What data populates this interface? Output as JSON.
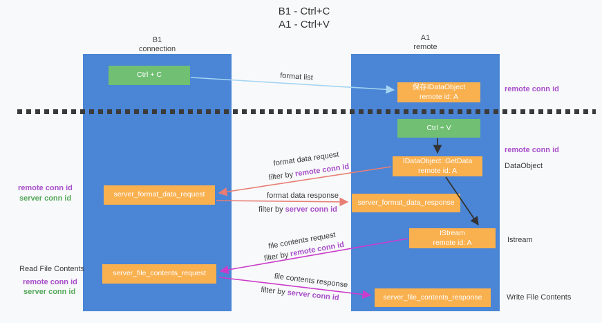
{
  "title": {
    "line1": "B1 - Ctrl+C",
    "line2": "A1 - Ctrl+V"
  },
  "lifelines": {
    "left": {
      "title": "B1",
      "subtitle": "connection"
    },
    "right": {
      "title": "A1",
      "subtitle": "remote"
    }
  },
  "boxes": {
    "ctrl_c": {
      "label": "Ctrl + C"
    },
    "save_dataobject": {
      "line1": "保存IDataObject",
      "line2": "remote id: A"
    },
    "ctrl_v": {
      "label": "Ctrl + V"
    },
    "getdata": {
      "line1": "IDataObject::GetData",
      "line2": "remote id: A"
    },
    "format_request": {
      "label": "server_format_data_request"
    },
    "format_response": {
      "label": "server_format_data_response"
    },
    "istream": {
      "line1": "IStream",
      "line2": "remote id: A"
    },
    "file_request": {
      "label": "server_file_contents_request"
    },
    "file_response": {
      "label": "server_file_contents_response"
    }
  },
  "flow_labels": {
    "format_list": "format list",
    "format_data_request": "format data request",
    "format_data_response": "format data response",
    "file_contents_request": "file contents request",
    "file_contents_response": "file contents response",
    "filter_by": "filter by",
    "remote_conn_id": "remote conn id",
    "server_conn_id": "server conn id"
  },
  "side_labels": {
    "right_remote_conn_id_top": "remote conn id",
    "right_remote_conn_id_mid": "remote conn id",
    "right_dataobject": "DataObject",
    "right_istream": "Istream",
    "right_write_file_contents": "Write File Contents",
    "left_remote_conn_id_top": "remote conn id",
    "left_server_conn_id_top": "server conn id",
    "left_read_file_contents": "Read File Contents",
    "left_remote_conn_id_bottom": "remote conn id",
    "left_server_conn_id_bottom": "server conn id"
  },
  "colors": {
    "background": "#f8f9fa",
    "lifeline_blue": "#4a85d6",
    "box_orange": "#f9b04f",
    "box_green": "#70bf72",
    "purple_text": "#a74fc9",
    "green_text": "#55a85c",
    "arrow_salmon": "#e87d74",
    "arrow_magenta": "#cb3ccb",
    "arrow_lightblue": "#a5d5f2",
    "arrow_black": "#333333",
    "dash_line": "#3b3b3b"
  }
}
